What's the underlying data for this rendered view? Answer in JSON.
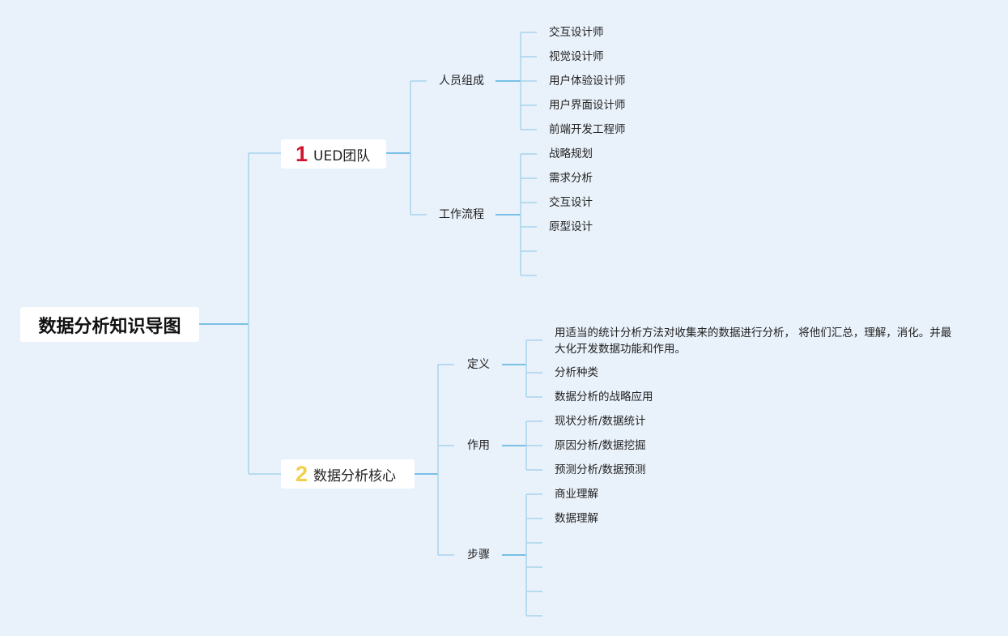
{
  "colors": {
    "background": "#e9f1fa",
    "connector": "#a9d4ec",
    "number_1": "#d0142d",
    "number_2": "#f2cf4a"
  },
  "root": {
    "label": "数据分析知识导图"
  },
  "topics": [
    {
      "number": "1",
      "label": "UED团队",
      "subtopics": [
        {
          "label": "人员组成",
          "items": [
            "交互设计师",
            "视觉设计师",
            "用户体验设计师",
            "用户界面设计师",
            "前端开发工程师"
          ]
        },
        {
          "label": "工作流程",
          "items": [
            "战略规划",
            "需求分析",
            "交互设计",
            "原型设计",
            "",
            ""
          ]
        }
      ]
    },
    {
      "number": "2",
      "label": "数据分析核心",
      "subtopics": [
        {
          "label": "定义",
          "items": [
            "用适当的统计分析方法对收集来的数据进行分析， 将他们汇总，理解，消化。并最大化开发数据功能和作用。",
            "分析种类",
            "数据分析的战略应用"
          ]
        },
        {
          "label": "作用",
          "items": [
            "现状分析/数据统计",
            "原因分析/数据挖掘",
            "预测分析/数据预测"
          ]
        },
        {
          "label": "步骤",
          "items": [
            "商业理解",
            "数据理解",
            "",
            "",
            "",
            ""
          ]
        }
      ]
    }
  ]
}
